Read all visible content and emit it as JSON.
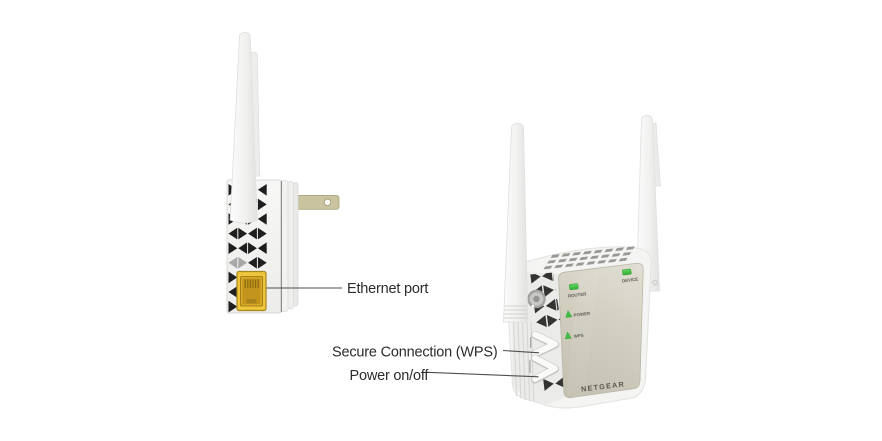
{
  "callouts": {
    "ethernet_port": "Ethernet port",
    "secure_connection_wps": "Secure Connection (WPS)",
    "power_on_off": "Power on/off"
  },
  "front_panel": {
    "router_led": "ROUTER",
    "device_led": "DEVICE",
    "power_led": "POWER",
    "wps_led": "WPS",
    "brand": "NETGEAR"
  },
  "colors": {
    "led_green": "#3fbf3f",
    "ethernet_port_yellow": "#eec63b",
    "plug_blade_brass": "#c9c3a0",
    "front_panel_beige": "#d2cfc1",
    "callout_text": "#2c2c2c",
    "vent_triangle_dark": "#1e1e1e"
  }
}
